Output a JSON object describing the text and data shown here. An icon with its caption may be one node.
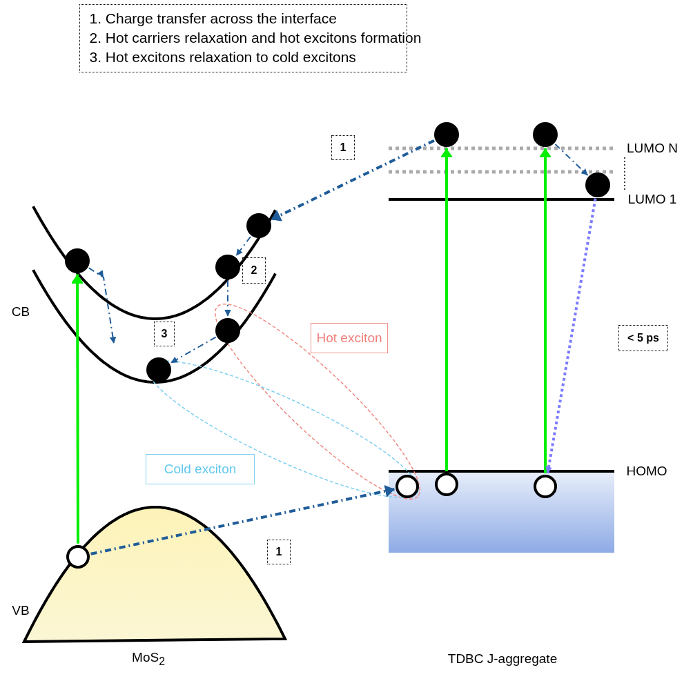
{
  "diagram": {
    "nodes": [
      {
        "text": [
          "1. Charge transfer across the interface",
          "2. Hot carriers relaxation and hot excitons formation",
          "3. Hot excitons relaxation to cold excitons"
        ]
      },
      {
        "text": [],
        "shape": "circle"
      },
      {
        "text": [],
        "shape": "circle"
      },
      {
        "text": [
          "1"
        ]
      },
      {
        "text": [],
        "shape": "circle"
      },
      {
        "text": [],
        "shape": "circle"
      },
      {
        "text": [],
        "shape": "circle"
      },
      {
        "text": [],
        "shape": "circle"
      },
      {
        "text": [
          "2"
        ]
      },
      {
        "text": [],
        "shape": "circle"
      },
      {
        "text": [
          "3"
        ]
      },
      {
        "text": [
          "Hot exciton"
        ]
      },
      {
        "text": [
          "< 5 ps"
        ]
      },
      {
        "text": [],
        "shape": "circle"
      },
      {
        "text": [
          "Cold exciton"
        ]
      },
      {
        "text": [],
        "shape": "circle"
      },
      {
        "text": [],
        "shape": "circle"
      },
      {
        "text": [],
        "shape": "circle"
      },
      {
        "text": [
          "1"
        ]
      },
      {
        "text": [],
        "shape": "circle"
      }
    ],
    "edges": [
      {
        "from": 1,
        "to": 5,
        "arrow": "to",
        "style": "dashed"
      },
      {
        "from": 2,
        "to": 4,
        "arrow": "to",
        "style": "dashed"
      },
      {
        "from": 5,
        "to": 7,
        "arrow": "to",
        "style": "dashed"
      },
      {
        "from": 7,
        "to": 9,
        "arrow": "to",
        "style": "dashed"
      },
      {
        "from": 9,
        "to": 13,
        "arrow": "to",
        "style": "dashed"
      },
      {
        "from": 6,
        "to": null,
        "arrow": "to",
        "style": "dashed"
      },
      {
        "from": 19,
        "to": 15,
        "arrow": "to",
        "style": "dashed"
      },
      {
        "from": 16,
        "to": 1,
        "arrow": "to",
        "color": "#00ee00"
      },
      {
        "from": 17,
        "to": 2,
        "arrow": "to",
        "color": "#00ee00"
      },
      {
        "from": 19,
        "to": 6,
        "arrow": "to",
        "color": "#00ee00"
      },
      {
        "from": 4,
        "to": 17,
        "arrow": "to",
        "style": "dashed",
        "color": "#7b7bff"
      }
    ],
    "labels": [
      "LUMO N",
      "LUMO 1",
      "CB",
      "HOMO",
      "VB",
      "MoS$_{2}$",
      "TDBC J-aggregate"
    ]
  }
}
